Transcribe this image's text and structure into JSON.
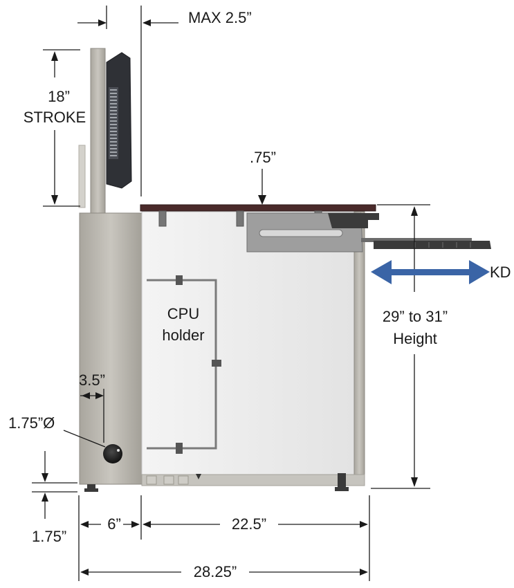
{
  "labels": {
    "max_screen_depth": "MAX 2.5”",
    "stroke_value": "18”",
    "stroke_word": "STROKE",
    "surface_thickness": ".75”",
    "keyboard_tray": "KD",
    "cpu_line1": "CPU",
    "cpu_line2": "holder",
    "height_range": "29” to 31”",
    "height_word": "Height",
    "column_width": "3.5”",
    "knob_diameter": "1.75”Ø",
    "base_height": "1.75”",
    "column_depth": "6”",
    "desk_depth": "22.5”",
    "overall_depth": "28.25”"
  },
  "colors": {
    "dimension_lines": "#1a1a1a",
    "tray_arrow": "#3a64a6",
    "desktop_top": "#4a2a2a",
    "column_metal": "#b9b6ae",
    "cabinet_panel": "#ececec"
  }
}
